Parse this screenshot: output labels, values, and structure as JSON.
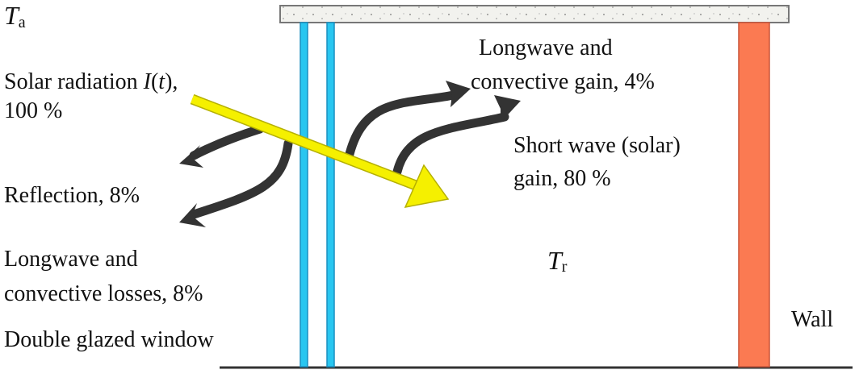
{
  "title": "Double glazed window solar heat balance",
  "colors": {
    "glass": "#29c6f0",
    "wall": "#fb7a52",
    "solar_arrow": "#f5f000",
    "heat_arrow": "#333333",
    "slab": "#f2f2ee"
  },
  "labels": {
    "ta_main": "T",
    "ta_sub": "a",
    "tr_main": "T",
    "tr_sub": "r",
    "solar_line1_pre": "Solar  radiation ",
    "solar_line1_it1": "I",
    "solar_line1_p1": "(",
    "solar_line1_it2": "t",
    "solar_line1_p2": "),",
    "solar_line2": "100 %",
    "reflection": "Reflection, 8%",
    "losses_line1": "Longwave and",
    "losses_line2": "convective losses, 8%",
    "window": "Double glazed window",
    "gain_lw_line1": "Longwave and",
    "gain_lw_line2": "convective gain, 4%",
    "gain_sw_line1": "Short wave (solar)",
    "gain_sw_line2": "gain, 80 %",
    "wall": "Wall"
  }
}
